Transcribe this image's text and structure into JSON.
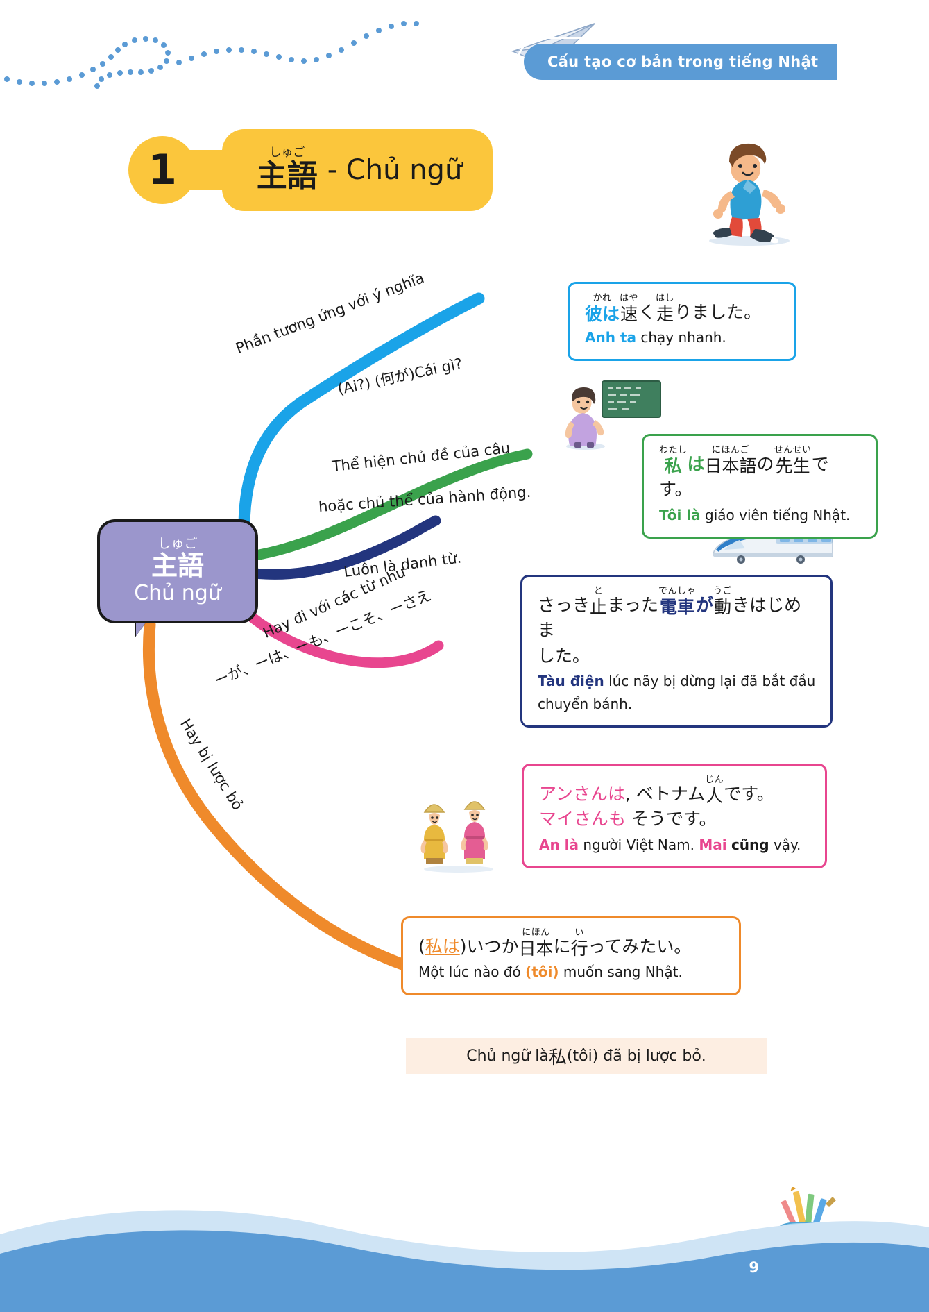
{
  "header": {
    "banner_title": "Cấu tạo cơ bản trong tiếng Nhật"
  },
  "section": {
    "number": "1",
    "furigana": "しゅご",
    "kanji": "主語",
    "vietnamese": "- Chủ ngữ"
  },
  "central_node": {
    "furigana": "しゅご",
    "kanji": "主語",
    "vietnamese": "Chủ ngữ",
    "color": "#9b96cc"
  },
  "branches": [
    {
      "id": "branch-meaning",
      "color": "#1aa3e8",
      "label_line1": "Phần tương ứng với ý nghĩa",
      "label_line2": "(Ai?) (何が)Cái gì?"
    },
    {
      "id": "branch-topic",
      "color": "#3aa24c",
      "label_line1": "Thể hiện chủ đề của câu",
      "label_line2": "hoặc chủ thể của hành động."
    },
    {
      "id": "branch-noun",
      "color": "#23357e",
      "label_line1": "Luôn là danh từ.",
      "label_line2": ""
    },
    {
      "id": "branch-particles",
      "color": "#e8468f",
      "label_line1": "Hay đi với các từ như",
      "label_line2": "ーが、ーは、ーも、ーこそ、ーさえ"
    },
    {
      "id": "branch-omitted",
      "color": "#ef8a2b",
      "label_line1": "Hay bị lược bỏ",
      "label_line2": ""
    }
  ],
  "examples": [
    {
      "id": "example-ran-fast",
      "border_color": "#1aa3e8",
      "jp_parts": [
        {
          "text": "彼は",
          "ruby": "かれ",
          "accent": "blue"
        },
        {
          "text": "速",
          "ruby": "はや",
          "accent": "none"
        },
        {
          "text": "く",
          "ruby": "",
          "accent": "none"
        },
        {
          "text": "走",
          "ruby": "はし",
          "accent": "none"
        },
        {
          "text": "りました。",
          "ruby": "",
          "accent": "none"
        }
      ],
      "jp_plain": "彼は速く走りました。",
      "vn_bold": "Anh ta",
      "vn_rest": " chạy nhanh."
    },
    {
      "id": "example-teacher",
      "border_color": "#3aa24c",
      "jp_plain": "私は日本語の先生です。",
      "ruby_watashi": "わたし",
      "ruby_nihongo": "にほんご",
      "ruby_sensei": "せんせい",
      "vn_bold": "Tôi là",
      "vn_rest": " giáo viên tiếng Nhật."
    },
    {
      "id": "example-train",
      "border_color": "#23357e",
      "jp_line1": "さっき止まった電車が動きはじめま",
      "jp_line2": "した。",
      "ruby_to": "と",
      "ruby_densha": "でんしゃ",
      "ruby_ugo": "うご",
      "vn_bold": "Tàu điện",
      "vn_rest": " lúc nãy bị dừng lại đã bắt đầu",
      "vn_line2": "chuyển bánh."
    },
    {
      "id": "example-an-mai",
      "border_color": "#e8468f",
      "jp_line1_a": "アンさんは",
      "jp_line1_b": ", ベトナム人です。",
      "ruby_jin": "じん",
      "jp_line2_a": "マイさんも",
      "jp_line2_b": " そうです。",
      "vn_bold1": "An là",
      "vn_mid": " người Việt Nam. ",
      "vn_bold2": "Mai",
      "vn_bold3": "cũng",
      "vn_end": " vậy."
    },
    {
      "id": "example-omitted-subject",
      "border_color": "#ef8a2b",
      "jp_prefix": "(",
      "jp_underline": "私は",
      "jp_rest": ")いつか日本に行ってみたい。",
      "ruby_nihon": "にほん",
      "ruby_i": "い",
      "vn_pre": "Một lúc nào đó ",
      "vn_bold": "(tôi)",
      "vn_rest": " muốn sang Nhật."
    }
  ],
  "conclusion": {
    "pre": "Chủ ngữ là ",
    "kanji": "私",
    "post": " (tôi) đã bị lược bỏ."
  },
  "footer": {
    "page_number": "9"
  },
  "illustrations": [
    {
      "id": "running-boy",
      "name": "running-boy-illustration"
    },
    {
      "id": "teacher",
      "name": "teacher-blackboard-illustration"
    },
    {
      "id": "train",
      "name": "shinkansen-train-illustration"
    },
    {
      "id": "vietnamese-couple",
      "name": "vietnamese-couple-illustration"
    },
    {
      "id": "pencil-cup",
      "name": "pencil-cup-illustration"
    }
  ]
}
